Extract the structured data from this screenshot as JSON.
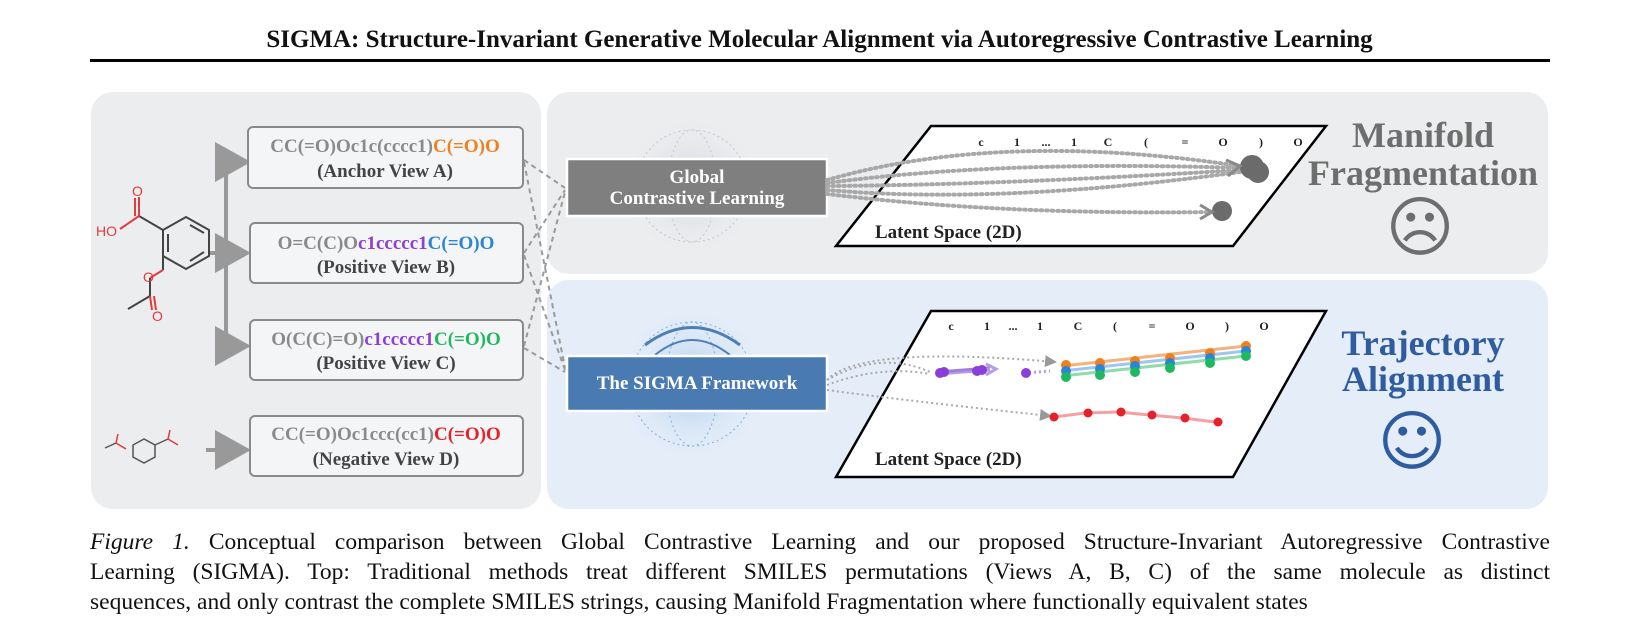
{
  "header": {
    "title": "SIGMA: Structure-Invariant Generative Molecular Alignment via Autoregressive Contrastive Learning"
  },
  "figure": {
    "atoms": {
      "o1": "O",
      "ho": "HO",
      "o2": "O",
      "o3": "O"
    },
    "views": [
      {
        "prefix": "CC(=O)Oc1c(cccc1)",
        "mid": "",
        "suffix": "C(=O)O",
        "suffix_color": "#f07f1e",
        "label": "(Anchor View A)"
      },
      {
        "prefix": "O=C(C)O",
        "mid": "c1ccccc1",
        "suffix": "C(=O)O",
        "suffix_color": "#2a84d8",
        "label": "(Positive View B)"
      },
      {
        "prefix": "O(C(C)=O)",
        "mid": "c1ccccc1",
        "suffix": "C(=O)O",
        "suffix_color": "#1fb860",
        "label": "(Positive View C)"
      },
      {
        "prefix": "CC(=O)Oc1ccc(cc1)",
        "mid": "",
        "suffix": "C(=O)O",
        "suffix_color": "#e8202a",
        "label": "(Negative View D)"
      }
    ],
    "mid_color": "#8b3fd8",
    "global_box": {
      "line1": "Global",
      "line2": "Contrastive Learning"
    },
    "sigma_box": {
      "label": "The SIGMA Framework"
    },
    "latent_label": "Latent Space (2D)",
    "tokens": [
      "c",
      "1",
      "...",
      "1",
      "C",
      "(",
      "=",
      "O",
      ")",
      "O"
    ],
    "top_result": {
      "line1": "Manifold",
      "line2": "Fragmentation",
      "face": "☹"
    },
    "bottom_result": {
      "line1": "Trajectory",
      "line2": "Alignment",
      "face": "☺"
    },
    "colors": {
      "gray_panel": "#ebedef",
      "blue_panel": "#e4edf8",
      "global_box": "#7f7f7f",
      "sigma_box": "#4a7ab2",
      "fragmentation_text": "#6e6e6e",
      "alignment_text": "#2f5c9e",
      "molecule": "#e23b3b"
    }
  },
  "caption": {
    "label": "Figure 1.",
    "line1": "Conceptual comparison between Global Contrastive Learning and our proposed Structure-Invariant Autoregressive Contrastive",
    "line2": "Learning (SIGMA). Top: Traditional methods treat different SMILES permutations (Views A, B, C) of the same molecule as distinct",
    "line3": "sequences, and only contrast the complete SMILES strings, causing Manifold Fragmentation where functionally equivalent states"
  }
}
